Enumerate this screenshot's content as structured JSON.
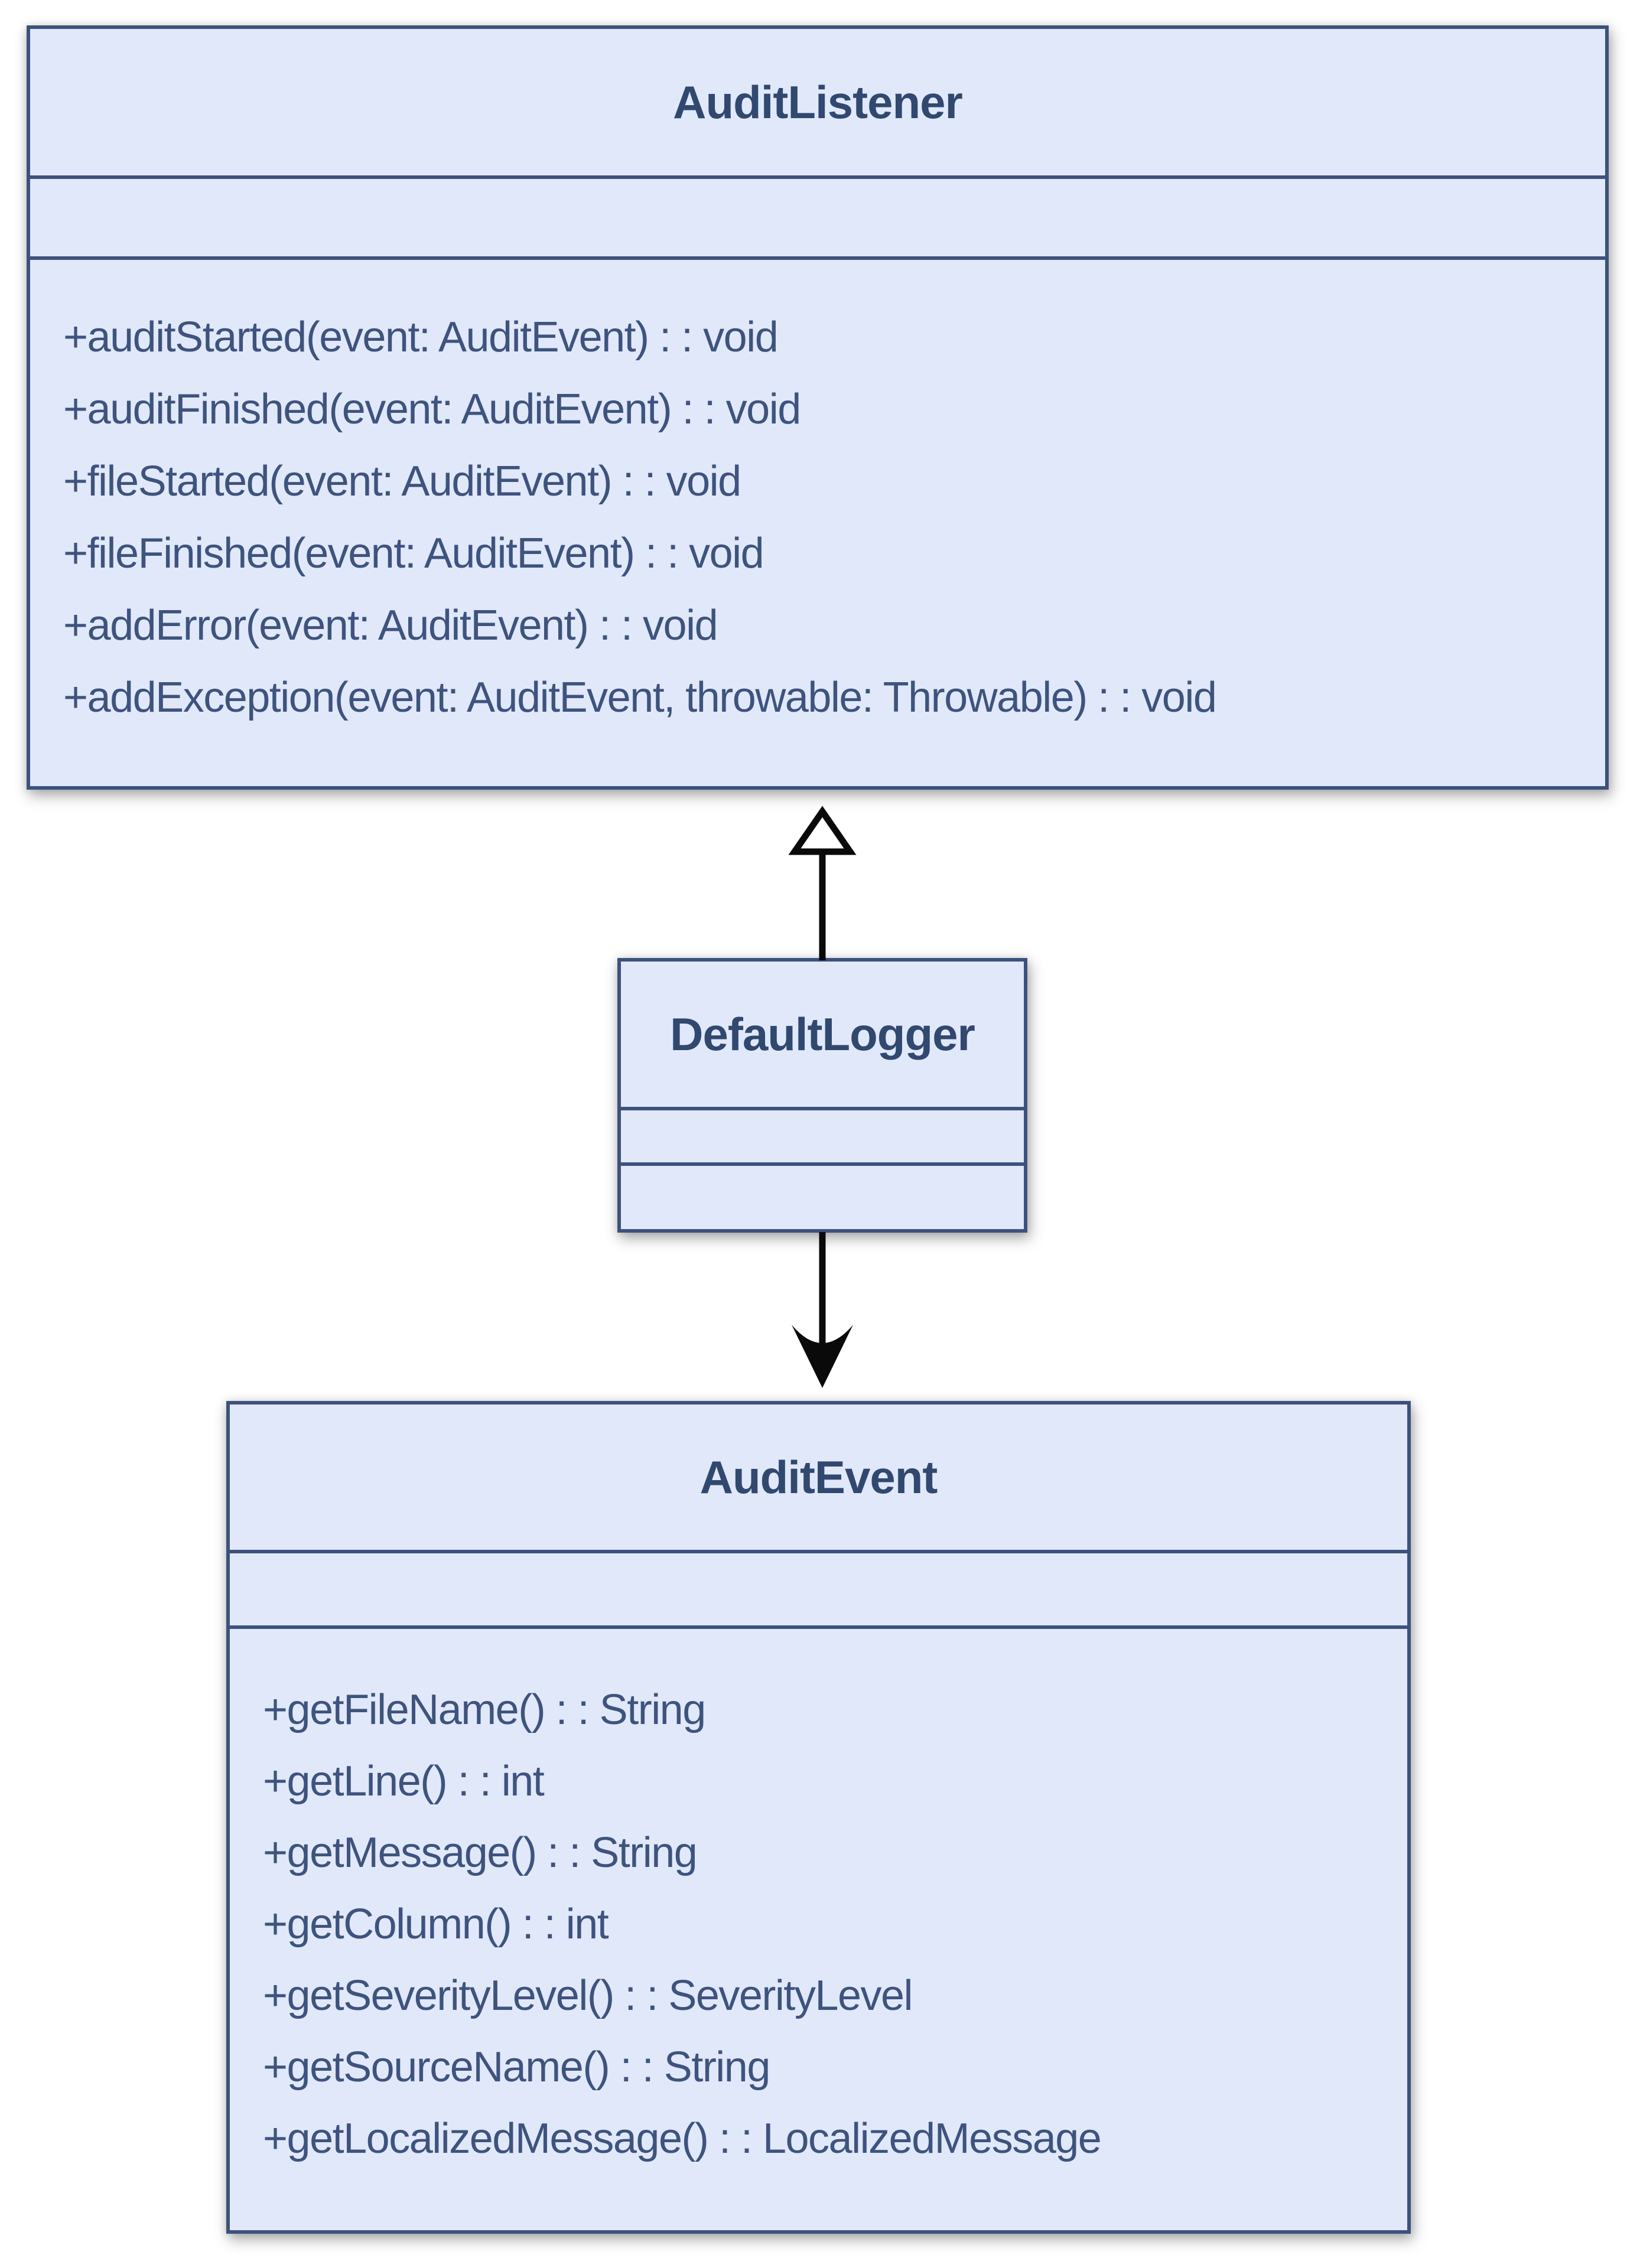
{
  "page": {
    "background": "#ffffff"
  },
  "diagram": {
    "type": "uml-class-diagram",
    "colors": {
      "box_fill": "#e0e8fa",
      "box_border": "#3c527c",
      "title_text": "#31486f",
      "method_text": "#3e537d",
      "connector_line": "#0a0a0a",
      "generalization_head_fill": "#ffffff"
    },
    "classes": [
      {
        "name": "AuditListener",
        "attributes": [],
        "methods": [
          "+auditStarted(event: AuditEvent) : : void",
          "+auditFinished(event: AuditEvent) : : void",
          "+fileStarted(event: AuditEvent) : : void",
          "+fileFinished(event: AuditEvent) : : void",
          "+addError(event: AuditEvent) : : void",
          "+addException(event: AuditEvent, throwable: Throwable) : : void"
        ]
      },
      {
        "name": "DefaultLogger",
        "attributes": [],
        "methods": []
      },
      {
        "name": "AuditEvent",
        "attributes": [],
        "methods": [
          "+getFileName() : : String",
          "+getLine() : : int",
          "+getMessage() : : String",
          "+getColumn() : : int",
          "+getSeverityLevel() : : SeverityLevel",
          "+getSourceName() : : String",
          "+getLocalizedMessage() : : LocalizedMessage"
        ]
      }
    ],
    "relationships": [
      {
        "from": "DefaultLogger",
        "to": "AuditListener",
        "type": "generalization",
        "arrowhead": "hollow-triangle-up"
      },
      {
        "from": "DefaultLogger",
        "to": "AuditEvent",
        "type": "directed-association",
        "arrowhead": "open-v-down"
      }
    ]
  }
}
